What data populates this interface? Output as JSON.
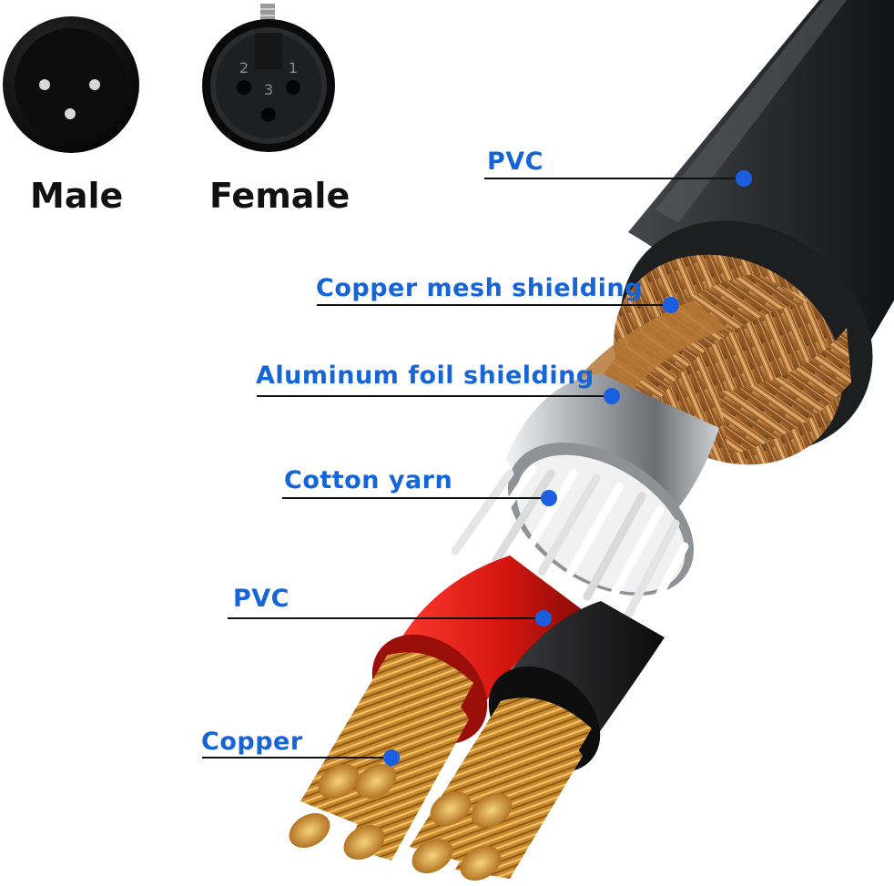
{
  "connectors": {
    "male": {
      "label": "Male"
    },
    "female": {
      "label": "Female",
      "pin_numbers": [
        "2",
        "1",
        "3"
      ]
    }
  },
  "callouts": [
    {
      "id": "pvc-outer",
      "label": "PVC"
    },
    {
      "id": "copper-mesh",
      "label": "Copper mesh shielding"
    },
    {
      "id": "aluminum-foil",
      "label": "Aluminum foil shielding"
    },
    {
      "id": "cotton-yarn",
      "label": "Cotton yarn"
    },
    {
      "id": "pvc-inner",
      "label": "PVC"
    },
    {
      "id": "copper",
      "label": "Copper"
    }
  ],
  "colors": {
    "callout_text": "#1565d8",
    "callout_dot": "#1a5fe0",
    "leader_line": "#111111",
    "jacket": "#2b2d30",
    "copper_braid": "#b87a3c",
    "foil": "#b9bcc0",
    "cotton_yarn": "#f2f2f2",
    "red_insulation": "#e0201c",
    "black_insulation": "#1b1b1b",
    "copper_strands": "#d49a3a"
  }
}
